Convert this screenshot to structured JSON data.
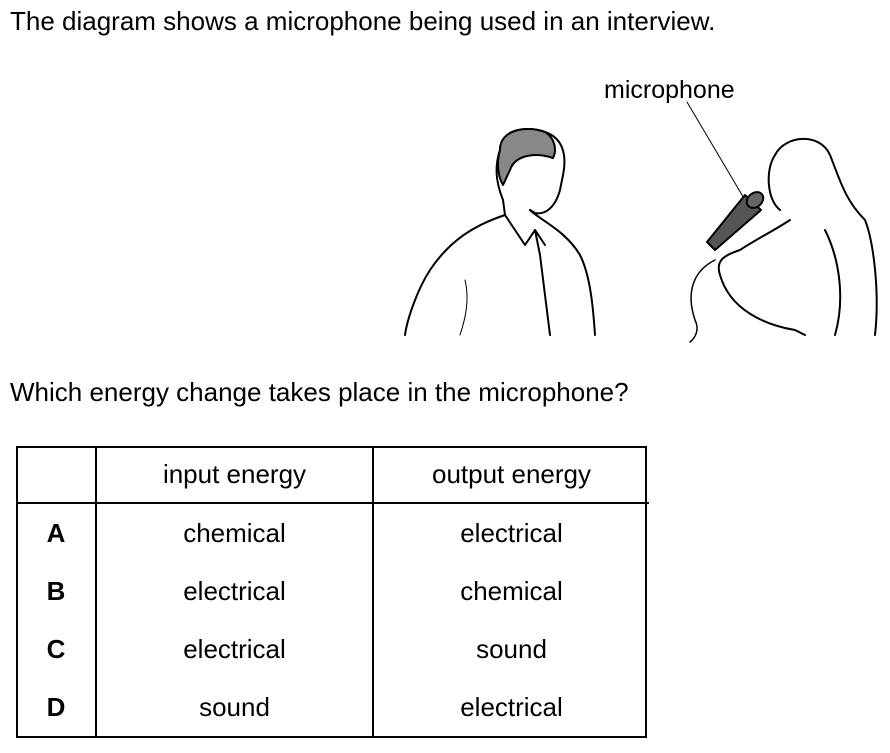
{
  "intro": "The diagram shows a microphone being used in an interview.",
  "diagram": {
    "label": "microphone"
  },
  "question": "Which energy change takes place in the microphone?",
  "table": {
    "headers": [
      "",
      "input energy",
      "output energy"
    ],
    "rows": [
      {
        "letter": "A",
        "input": "chemical",
        "output": "electrical"
      },
      {
        "letter": "B",
        "input": "electrical",
        "output": "chemical"
      },
      {
        "letter": "C",
        "input": "electrical",
        "output": "sound"
      },
      {
        "letter": "D",
        "input": "sound",
        "output": "electrical"
      }
    ]
  }
}
